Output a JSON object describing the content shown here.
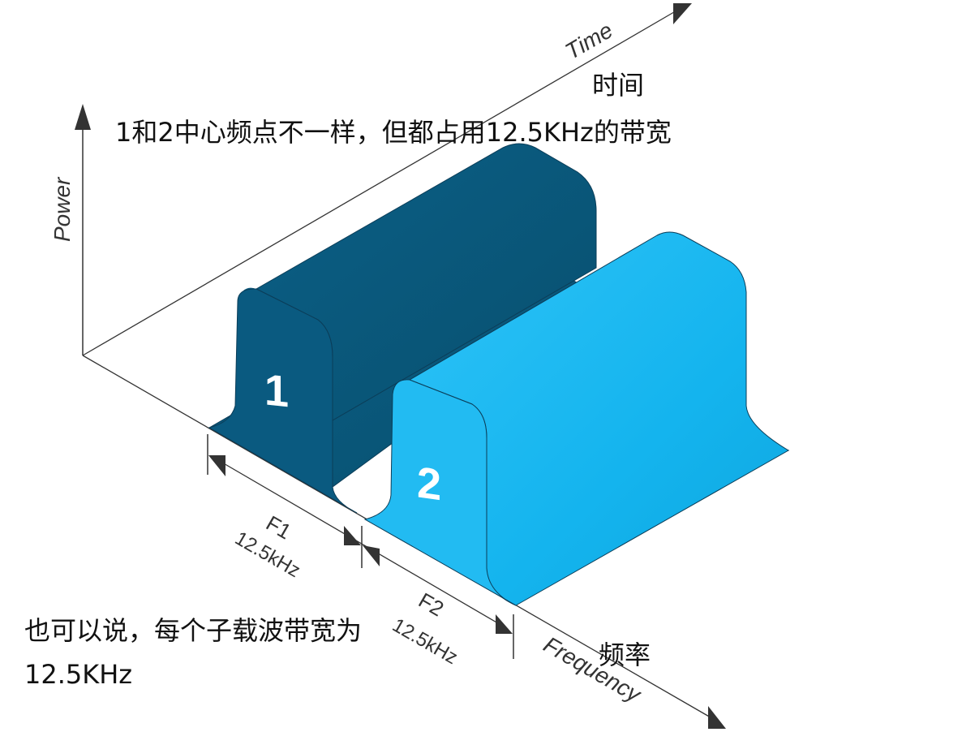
{
  "axes": {
    "power_label": "Power",
    "time_label": "Time",
    "time_label_cn": "时间",
    "frequency_label": "Frequency",
    "frequency_label_cn": "频率"
  },
  "annotations": {
    "top_note": "1和2中心频点不一样，但都占用12.5KHz的带宽",
    "bottom_note_line1": "也可以说，每个子载波带宽为",
    "bottom_note_line2": "12.5KHz"
  },
  "carriers": [
    {
      "id": "1",
      "label": "1",
      "dimension_name": "F1",
      "bandwidth": "12.5kHz",
      "color": "#0a5a80"
    },
    {
      "id": "2",
      "label": "2",
      "dimension_name": "F2",
      "bandwidth": "12.5kHz",
      "color": "#1eb6f0"
    }
  ],
  "colors": {
    "axis": "#333333",
    "dark_block": "#0a5a80",
    "dark_block_shade": "#08506f",
    "light_block": "#22bbf2",
    "light_block_shade": "#12aee8",
    "outline": "#0b3d58"
  }
}
